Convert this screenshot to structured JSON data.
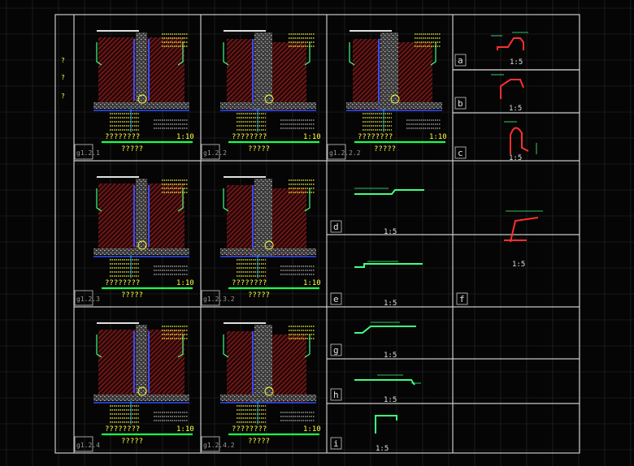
{
  "colors": {
    "background": "#050505",
    "grid": "#2a2a2a",
    "frame": "#c8c8c8",
    "title_yellow": "#ffff3a",
    "underline_green": "#19ff4a",
    "hatch_red": "#b42828",
    "concrete": "#9a9a9a",
    "membrane_blue": "#3050ff",
    "profile_red": "#ff3030",
    "dim_green": "#40ff80",
    "leader_cyan": "#30d0ff",
    "note_white": "#e0e0e0"
  },
  "left_margin_marks": [
    "?",
    "?",
    "?"
  ],
  "details": [
    {
      "id": "g1.2.1",
      "title": "????????",
      "scale": "1:10",
      "subtitle": "?????"
    },
    {
      "id": "g1.2.2",
      "title": "????????",
      "scale": "1:10",
      "subtitle": "?????"
    },
    {
      "id": "g1.2.2.2",
      "title": "????????",
      "scale": "1:10",
      "subtitle": "?????"
    },
    {
      "id": "g1.2.3",
      "title": "????????",
      "scale": "1:10",
      "subtitle": "?????"
    },
    {
      "id": "g1.2.3.2",
      "title": "????????",
      "scale": "1:10",
      "subtitle": "?????"
    },
    {
      "id": "g1.2.4",
      "title": "????????",
      "scale": "1:10",
      "subtitle": "?????"
    },
    {
      "id": "g1.2.4.2",
      "title": "????????",
      "scale": "1:10",
      "subtitle": "?????"
    }
  ],
  "profiles": [
    {
      "letter": "a",
      "scale": "1:5"
    },
    {
      "letter": "b",
      "scale": "1:5"
    },
    {
      "letter": "c",
      "scale": "1:5"
    },
    {
      "letter": "d",
      "scale": "1:5"
    },
    {
      "letter": "e",
      "scale": "1:5"
    },
    {
      "letter": "f",
      "scale": "1:5"
    },
    {
      "letter": "g",
      "scale": "1:5"
    },
    {
      "letter": "h",
      "scale": "1:5"
    },
    {
      "letter": "i",
      "scale": "1:5"
    }
  ]
}
